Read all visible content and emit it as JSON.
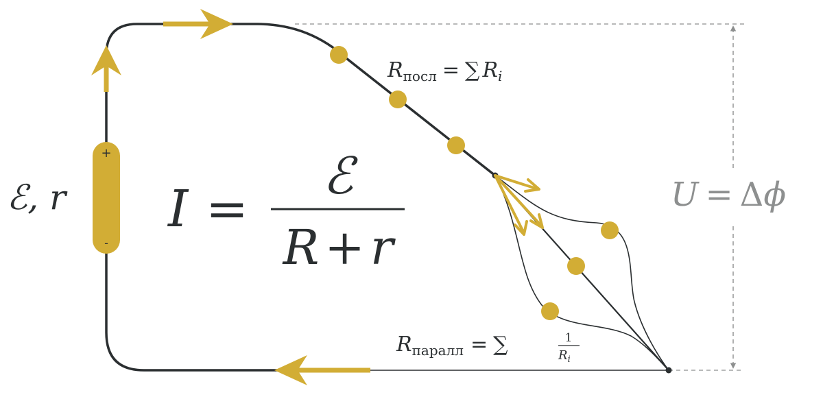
{
  "colors": {
    "wire": "#2b2f31",
    "accent": "#d2ad35",
    "dashed": "#8d8f8f",
    "text": "#2b2f31",
    "voltage_text": "#8d8f8f"
  },
  "source": {
    "emf_symbol": "ℰ",
    "emf_rest": ", r",
    "plus_sign": "+",
    "minus_sign": "-"
  },
  "ohm_law": {
    "lhs": "I",
    "equals": "=",
    "numerator": "ℰ",
    "denominator_r1": "R",
    "denominator_plus": "+",
    "denominator_r2": "r"
  },
  "series": {
    "base": "R",
    "subscript": "посл",
    "equals": "=",
    "sum": "∑",
    "term": "R",
    "term_sub": "i"
  },
  "parallel": {
    "base": "R",
    "subscript": "паралл",
    "equals": "=",
    "sum": "∑",
    "frac_num": "1",
    "frac_den": "R",
    "frac_den_sub": "i"
  },
  "voltage": {
    "lhs": "U",
    "equals": "=",
    "delta": "Δ",
    "phi": "ϕ"
  }
}
